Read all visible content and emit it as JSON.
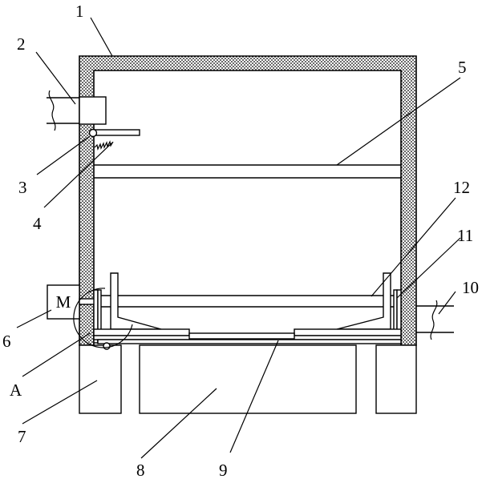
{
  "labels": {
    "l1": "1",
    "l2": "2",
    "l3": "3",
    "l4": "4",
    "l5": "5",
    "l6": "6",
    "lA": "A",
    "l7": "7",
    "l8": "8",
    "l9": "9",
    "l10": "10",
    "l11": "11",
    "l12": "12",
    "motor": "M"
  }
}
